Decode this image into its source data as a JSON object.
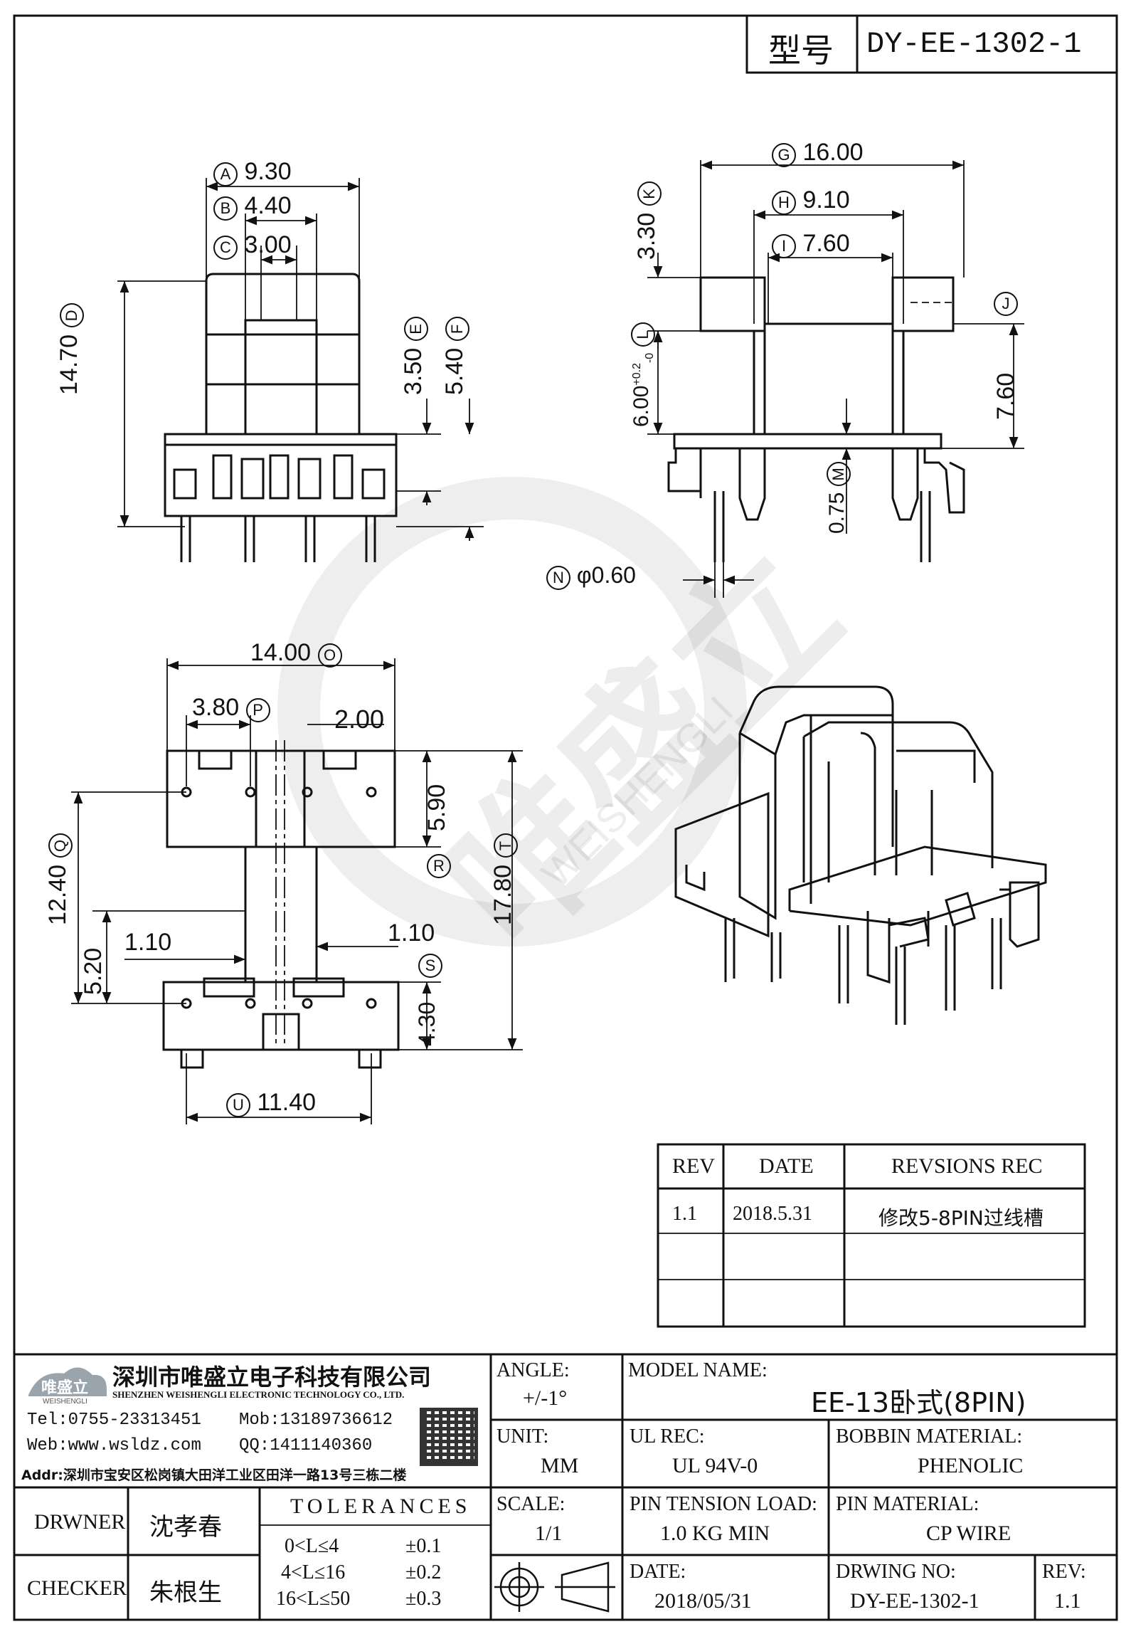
{
  "header": {
    "model_label": "型号",
    "model_no": "DY-EE-1302-1"
  },
  "watermark": {
    "brand_cn": "唯盛立",
    "brand_en": "WEISHENGLI"
  },
  "dimensions": {
    "A": {
      "letter": "A",
      "value": "9.30"
    },
    "B": {
      "letter": "B",
      "value": "4.40"
    },
    "C": {
      "letter": "C",
      "value": "3.00"
    },
    "D": {
      "letter": "D",
      "value": "14.70"
    },
    "E": {
      "letter": "E",
      "value": "3.50"
    },
    "F": {
      "letter": "F",
      "value": "5.40"
    },
    "G": {
      "letter": "G",
      "value": "16.00"
    },
    "H": {
      "letter": "H",
      "value": "9.10"
    },
    "I": {
      "letter": "I",
      "value": "7.60"
    },
    "J": {
      "letter": "J",
      "value": "7.60"
    },
    "K": {
      "letter": "K",
      "value": "3.30"
    },
    "L": {
      "letter": "L",
      "value": "6.00",
      "tol_plus": "+0.2",
      "tol_minus": "-0"
    },
    "M": {
      "letter": "M",
      "value": "0.75"
    },
    "N": {
      "letter": "N",
      "value": "φ0.60"
    },
    "O": {
      "letter": "O",
      "value": "14.00"
    },
    "P": {
      "letter": "P",
      "value": "3.80"
    },
    "P2": {
      "value": "2.00"
    },
    "Q": {
      "letter": "Q",
      "value": "12.40"
    },
    "R": {
      "letter": "R",
      "value": "5.90"
    },
    "S": {
      "letter": "S",
      "value": "1.10"
    },
    "S2": {
      "value": "1.10"
    },
    "T": {
      "letter": "T",
      "value": "17.80"
    },
    "U": {
      "letter": "U",
      "value": "11.40"
    },
    "V": {
      "value": "5.20"
    },
    "W": {
      "value": "4.30"
    }
  },
  "revisions": {
    "headers": [
      "REV",
      "DATE",
      "REVSIONS REC"
    ],
    "rows": [
      [
        "1.1",
        "2018.5.31",
        "修改5-8PIN过线槽"
      ],
      [
        "",
        "",
        ""
      ],
      [
        "",
        "",
        ""
      ]
    ]
  },
  "company": {
    "logo_text": "唯盛立",
    "logo_sub": "WEISHENGLI",
    "name_cn": "深圳市唯盛立电子科技有限公司",
    "name_en": "SHENZHEN WEISHENGLI ELECTRONIC TECHNOLOGY CO., LTD.",
    "tel": "Tel:0755-23313451",
    "mob": "Mob:13189736612",
    "web": "Web:www.wsldz.com",
    "qq": "QQ:1411140360",
    "addr": "Addr:深圳市宝安区松岗镇大田洋工业区田洋一路13号三栋二楼"
  },
  "title_block": {
    "angle_label": "ANGLE:",
    "angle_value": "+/-1°",
    "model_name_label": "MODEL NAME:",
    "model_name_value": "EE-13卧式(8PIN)",
    "unit_label": "UNIT:",
    "unit_value": "MM",
    "ul_label": "UL REC:",
    "ul_value": "UL 94V-0",
    "bobbin_label": "BOBBIN MATERIAL:",
    "bobbin_value": "PHENOLIC",
    "scale_label": "SCALE:",
    "scale_value": "1/1",
    "pin_tension_label": "PIN TENSION LOAD:",
    "pin_tension_value": "1.0 KG MIN",
    "pin_material_label": "PIN MATERIAL:",
    "pin_material_value": "CP WIRE",
    "date_label": "DATE:",
    "date_value": "2018/05/31",
    "drwing_no_label": "DRWING NO:",
    "drwing_no_value": "DY-EE-1302-1",
    "rev_label": "REV:",
    "rev_value": "1.1",
    "drawner_label": "DRWNER",
    "drawner_value": "沈孝春",
    "checker_label": "CHECKER",
    "checker_value": "朱根生",
    "tolerances_label": "TOLERANCES",
    "tolerances": [
      {
        "range": "0<L≤4",
        "value": "±0.1"
      },
      {
        "range": "4<L≤16",
        "value": "±0.2"
      },
      {
        "range": "16<L≤50",
        "value": "±0.3"
      }
    ]
  }
}
